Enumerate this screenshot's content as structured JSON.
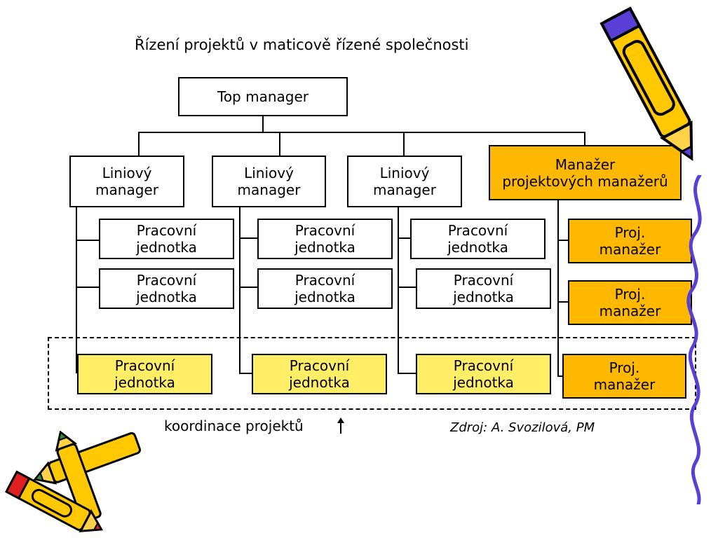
{
  "title": "Řízení projektů v maticově řízené společnosti",
  "top_manager": "Top manager",
  "line_managers": [
    {
      "line1": "Liniový",
      "line2": "manager"
    },
    {
      "line1": "Liniový",
      "line2": "manager"
    },
    {
      "line1": "Liniový",
      "line2": "manager"
    }
  ],
  "pm_head": {
    "line1": "Manažer",
    "line2": "projektových manažerů"
  },
  "unit": {
    "line1": "Pracovní",
    "line2": "jednotka"
  },
  "proj_manager": {
    "line1": "Proj.",
    "line2": "manažer"
  },
  "caption": "koordinace projektů",
  "source": "Zdroj: A. Svozilová, PM",
  "colors": {
    "orange": "#ffb800",
    "yellow": "#ffee66",
    "crayon_blue": "#5a3fd6"
  },
  "icons": [
    "crayon-icon",
    "up-arrow-icon",
    "wavy-border-icon"
  ]
}
